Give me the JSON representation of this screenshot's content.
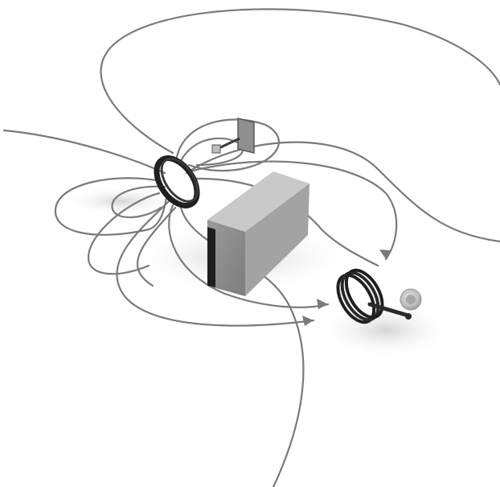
{
  "palette": {
    "background": "#ffffff",
    "field_line": "#7a7a7a",
    "block_front": "#8c8c8c",
    "block_top": "#c9c9c9",
    "block_side": "#a6a6a6",
    "coil": "#1f1f1f",
    "shadow": "#cfcfcf",
    "bulb": "#b9b9b9"
  },
  "components": [
    {
      "name": "transmitter-coil-icon",
      "kind": "coil"
    },
    {
      "name": "receiver-coil-icon",
      "kind": "coil"
    },
    {
      "name": "obstacle-block-icon",
      "kind": "block"
    },
    {
      "name": "power-plug-icon",
      "kind": "plug"
    },
    {
      "name": "light-bulb-icon",
      "kind": "bulb"
    }
  ]
}
